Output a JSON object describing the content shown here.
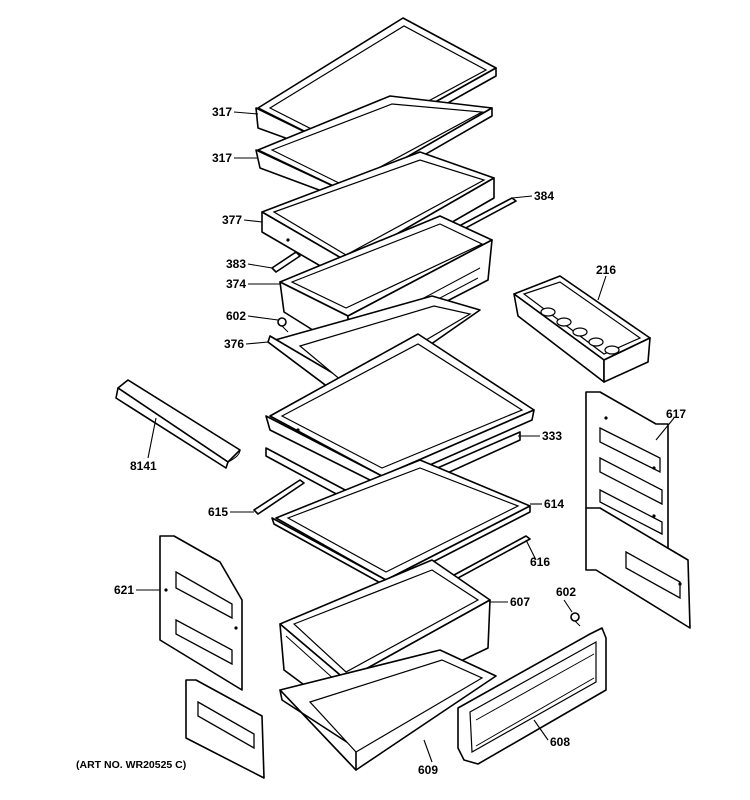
{
  "art_number": "(ART NO. WR20525 C)",
  "labels": {
    "p317a": "317",
    "p317b": "317",
    "p377": "377",
    "p384": "384",
    "p383": "383",
    "p374": "374",
    "p216": "216",
    "p602a": "602",
    "p376": "376",
    "p8141": "8141",
    "p333": "333",
    "p617": "617",
    "p615": "615",
    "p614": "614",
    "p616": "616",
    "p621": "621",
    "p602b": "602",
    "p607": "607",
    "p608": "608",
    "p609": "609"
  }
}
